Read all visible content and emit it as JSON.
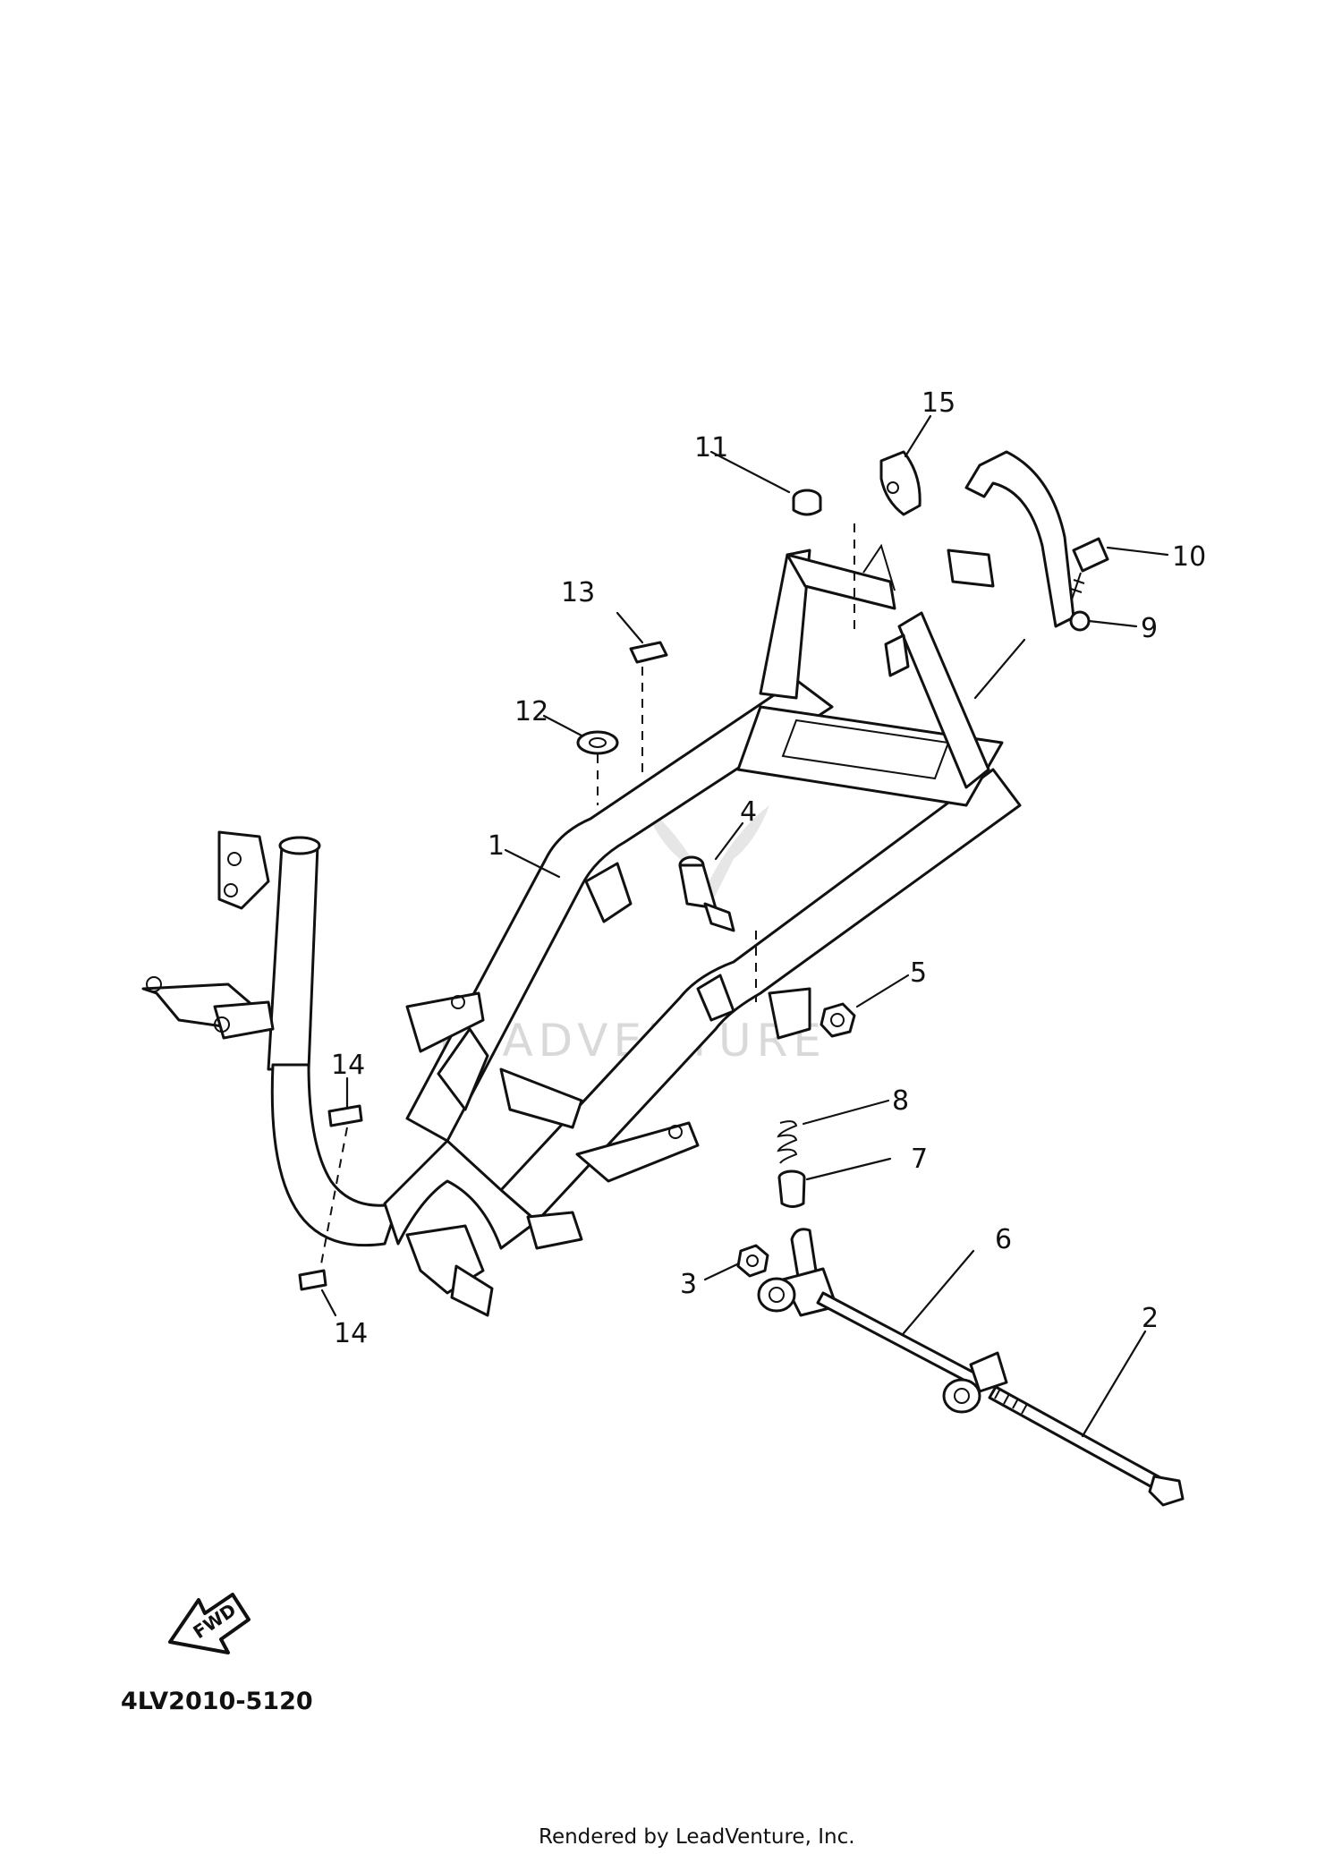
{
  "diagram_code": "4LV2010-5120",
  "fwd_label": "FWD",
  "watermark": "LEADVENTURE",
  "footer": "Rendered by LeadVenture, Inc.",
  "callouts": [
    "1",
    "2",
    "3",
    "4",
    "5",
    "6",
    "7",
    "8",
    "9",
    "10",
    "11",
    "12",
    "13",
    "14",
    "14",
    "15"
  ]
}
